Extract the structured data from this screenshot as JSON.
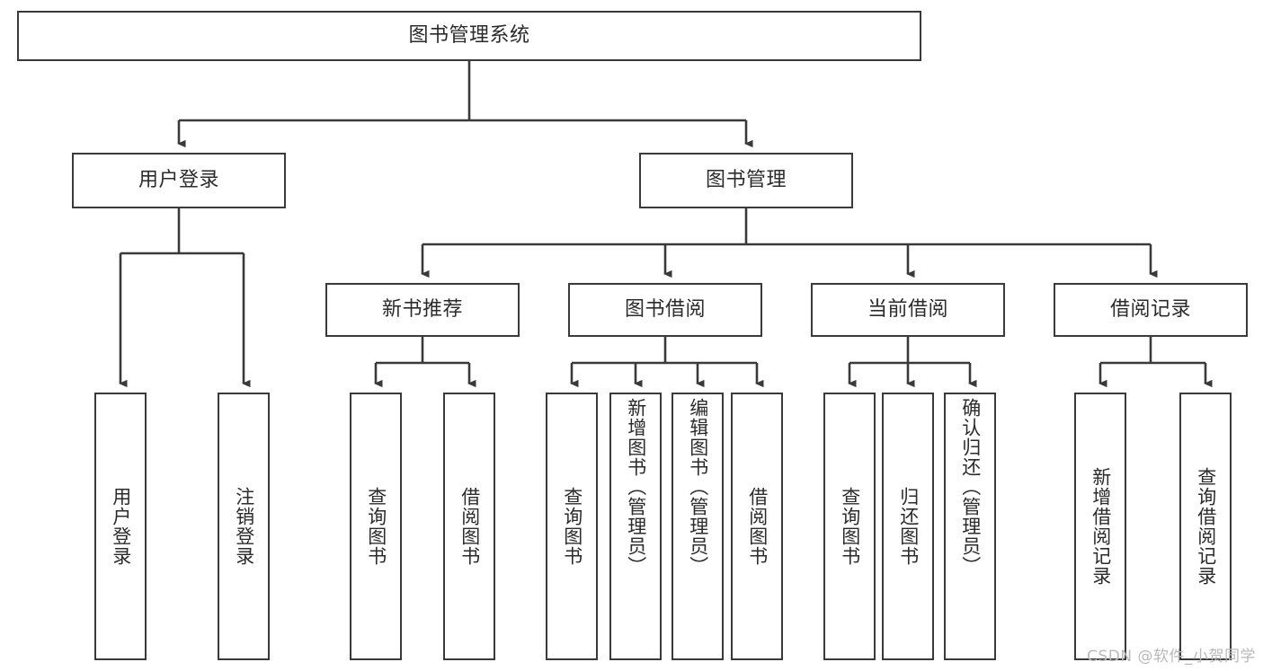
{
  "diagram": {
    "type": "tree-hierarchy",
    "title": "图书管理系统",
    "watermark": "CSDN @软件_小贺同学",
    "colors": {
      "background": "#ffffff",
      "box_border": "#3a3a3a",
      "box_fill": "#ffffff",
      "connector": "#3a3a3a",
      "text": "#2b2b2b",
      "watermark": "#b9b9b9"
    },
    "root": {
      "label": "图书管理系统"
    },
    "level1": [
      {
        "id": "user-login",
        "label": "用户登录"
      },
      {
        "id": "book-management",
        "label": "图书管理"
      }
    ],
    "level2": [
      {
        "id": "new-book-recommend",
        "label": "新书推荐"
      },
      {
        "id": "book-borrow",
        "label": "图书借阅"
      },
      {
        "id": "current-borrow",
        "label": "当前借阅"
      },
      {
        "id": "borrow-record",
        "label": "借阅记录"
      }
    ],
    "leaves": {
      "user-login": [
        {
          "id": "leaf-user-login",
          "label": "用户登录"
        },
        {
          "id": "leaf-logout",
          "label": "注销登录"
        }
      ],
      "new-book-recommend": [
        {
          "id": "leaf-query-book-1",
          "label": "查询图书"
        },
        {
          "id": "leaf-borrow-book-1",
          "label": "借阅图书"
        }
      ],
      "book-borrow": [
        {
          "id": "leaf-query-book-2",
          "label": "查询图书"
        },
        {
          "id": "leaf-add-book",
          "label": "新增图书（管理员）"
        },
        {
          "id": "leaf-edit-book",
          "label": "编辑图书（管理员）"
        },
        {
          "id": "leaf-borrow-book-2",
          "label": "借阅图书"
        }
      ],
      "current-borrow": [
        {
          "id": "leaf-query-book-3",
          "label": "查询图书"
        },
        {
          "id": "leaf-return-book",
          "label": "归还图书"
        },
        {
          "id": "leaf-confirm-return",
          "label": "确认归还（管理员）"
        }
      ],
      "borrow-record": [
        {
          "id": "leaf-add-record",
          "label": "新增借阅记录"
        },
        {
          "id": "leaf-query-record",
          "label": "查询借阅记录"
        }
      ]
    }
  }
}
